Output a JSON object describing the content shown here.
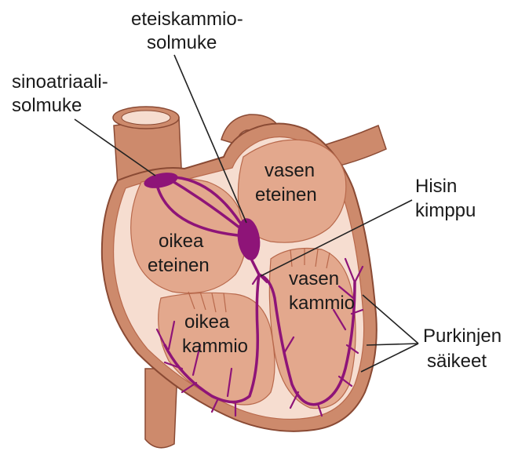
{
  "labels": {
    "av_node_line1": "eteiskammio-",
    "av_node_line2": "solmuke",
    "sa_node_line1": "sinoatriaali-",
    "sa_node_line2": "solmuke",
    "left_atrium_line1": "vasen",
    "left_atrium_line2": "eteinen",
    "his_bundle_line1": "Hisin",
    "his_bundle_line2": "kimppu",
    "right_atrium_line1": "oikea",
    "right_atrium_line2": "eteinen",
    "left_ventricle_line1": "vasen",
    "left_ventricle_line2": "kammio",
    "right_ventricle_line1": "oikea",
    "right_ventricle_line2": "kammio",
    "purkinje_line1": "Purkinjen",
    "purkinje_line2": "säikeet"
  },
  "colors": {
    "heart_outer": "#cd8a6c",
    "heart_inner": "#f6ddd0",
    "chamber": "#e3a88d",
    "conduction": "#8e1478",
    "outline": "#8a4a34"
  }
}
